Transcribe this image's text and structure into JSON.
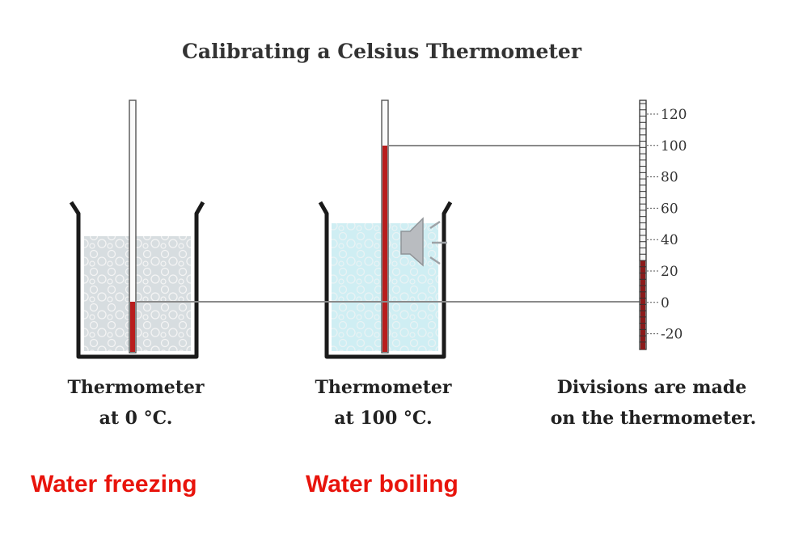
{
  "title": "Calibrating a Celsius Thermometer",
  "beakers": [
    {
      "caption_line1": "Thermometer",
      "caption_line2": "at 0 °C.",
      "label": "Water freezing",
      "mercury_level_c": 0
    },
    {
      "caption_line1": "Thermometer",
      "caption_line2": "at 100 °C.",
      "label": "Water boiling",
      "mercury_level_c": 100
    }
  ],
  "scale": {
    "caption_line1": "Divisions are made",
    "caption_line2": "on the thermometer.",
    "ticks": [
      "120",
      "100",
      "80",
      "60",
      "40",
      "20",
      "0",
      "-20"
    ]
  },
  "colors": {
    "mercury": "#b81d1d",
    "label_red": "#e8140c",
    "ice_water": "#d7dde0",
    "boiling_water": "#cfeef3"
  },
  "icons": {
    "audio": "speaker-icon"
  }
}
